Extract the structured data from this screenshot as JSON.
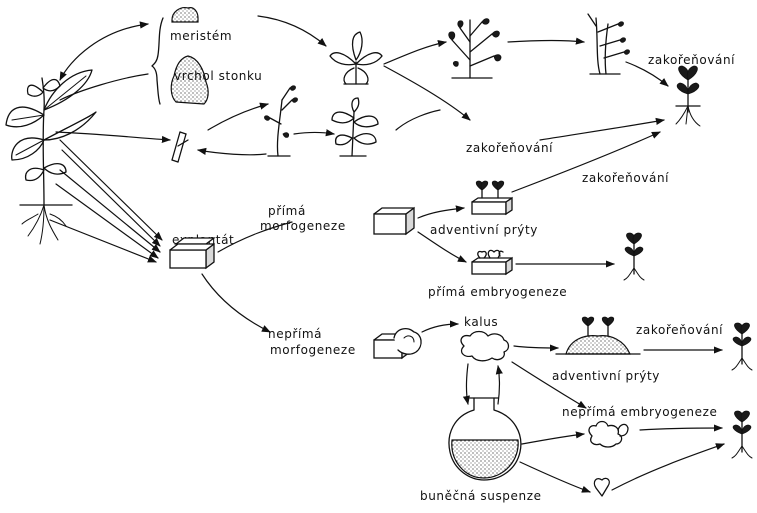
{
  "labels": {
    "meristem": "meristém",
    "stem_tip": "vrchol stonku",
    "rooting_top": "zakořeňování",
    "rooting_middle": "zakořeňování",
    "rooting_upper_right": "zakořeňování",
    "rooting_lower_right": "zakořeňování",
    "explant": "explantát",
    "direct_morpho_line1": "přímá",
    "direct_morpho_line2": "morfogeneze",
    "adventitious_shoots_upper": "adventivní prýty",
    "direct_embryogenesis": "přímá embryogeneze",
    "indirect_morpho_line1": "nepřímá",
    "indirect_morpho_line2": "morfogeneze",
    "callus": "kalus",
    "adventitious_shoots_lower": "adventivní prýty",
    "indirect_embryogenesis": "nepřímá embryogeneze",
    "cell_suspension": "buněčná suspenze"
  },
  "colors": {
    "ink": "#111111",
    "paper": "#ffffff"
  },
  "icons": [
    "mother-plant-icon",
    "meristem-icon",
    "stem-tip-icon",
    "shoot-cluster-icon",
    "branching-culture-icon",
    "elongated-shoots-icon",
    "rooted-plantlet-icon",
    "stem-segment-icon",
    "nodal-culture-icon",
    "leafy-shoot-icon",
    "explant-block-icon",
    "culture-block-icon",
    "shoots-on-block-icon",
    "embryos-on-block-icon",
    "cut-block-icon",
    "callus-icon",
    "callus-mound-icon",
    "flask-icon",
    "embryo-cluster-icon",
    "heart-embryo-icon",
    "plantlet-icon"
  ]
}
